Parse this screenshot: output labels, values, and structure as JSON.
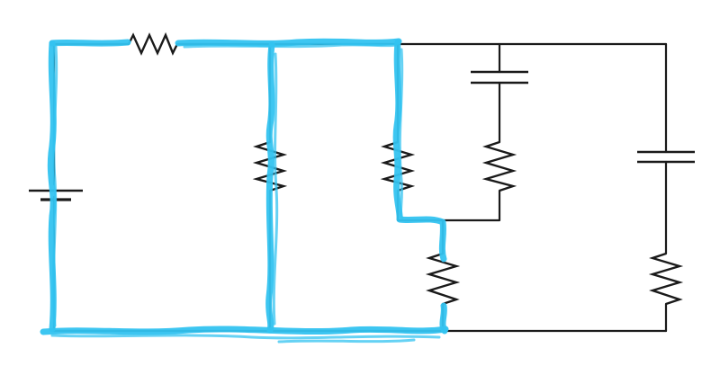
{
  "diagram": {
    "type": "circuit-schematic",
    "components": {
      "battery": "battery-icon",
      "resistors": 6,
      "capacitors": 2
    },
    "colors": {
      "wire": "#1a1a1a",
      "highlight": "#33c3f0",
      "background": "#ffffff"
    }
  }
}
